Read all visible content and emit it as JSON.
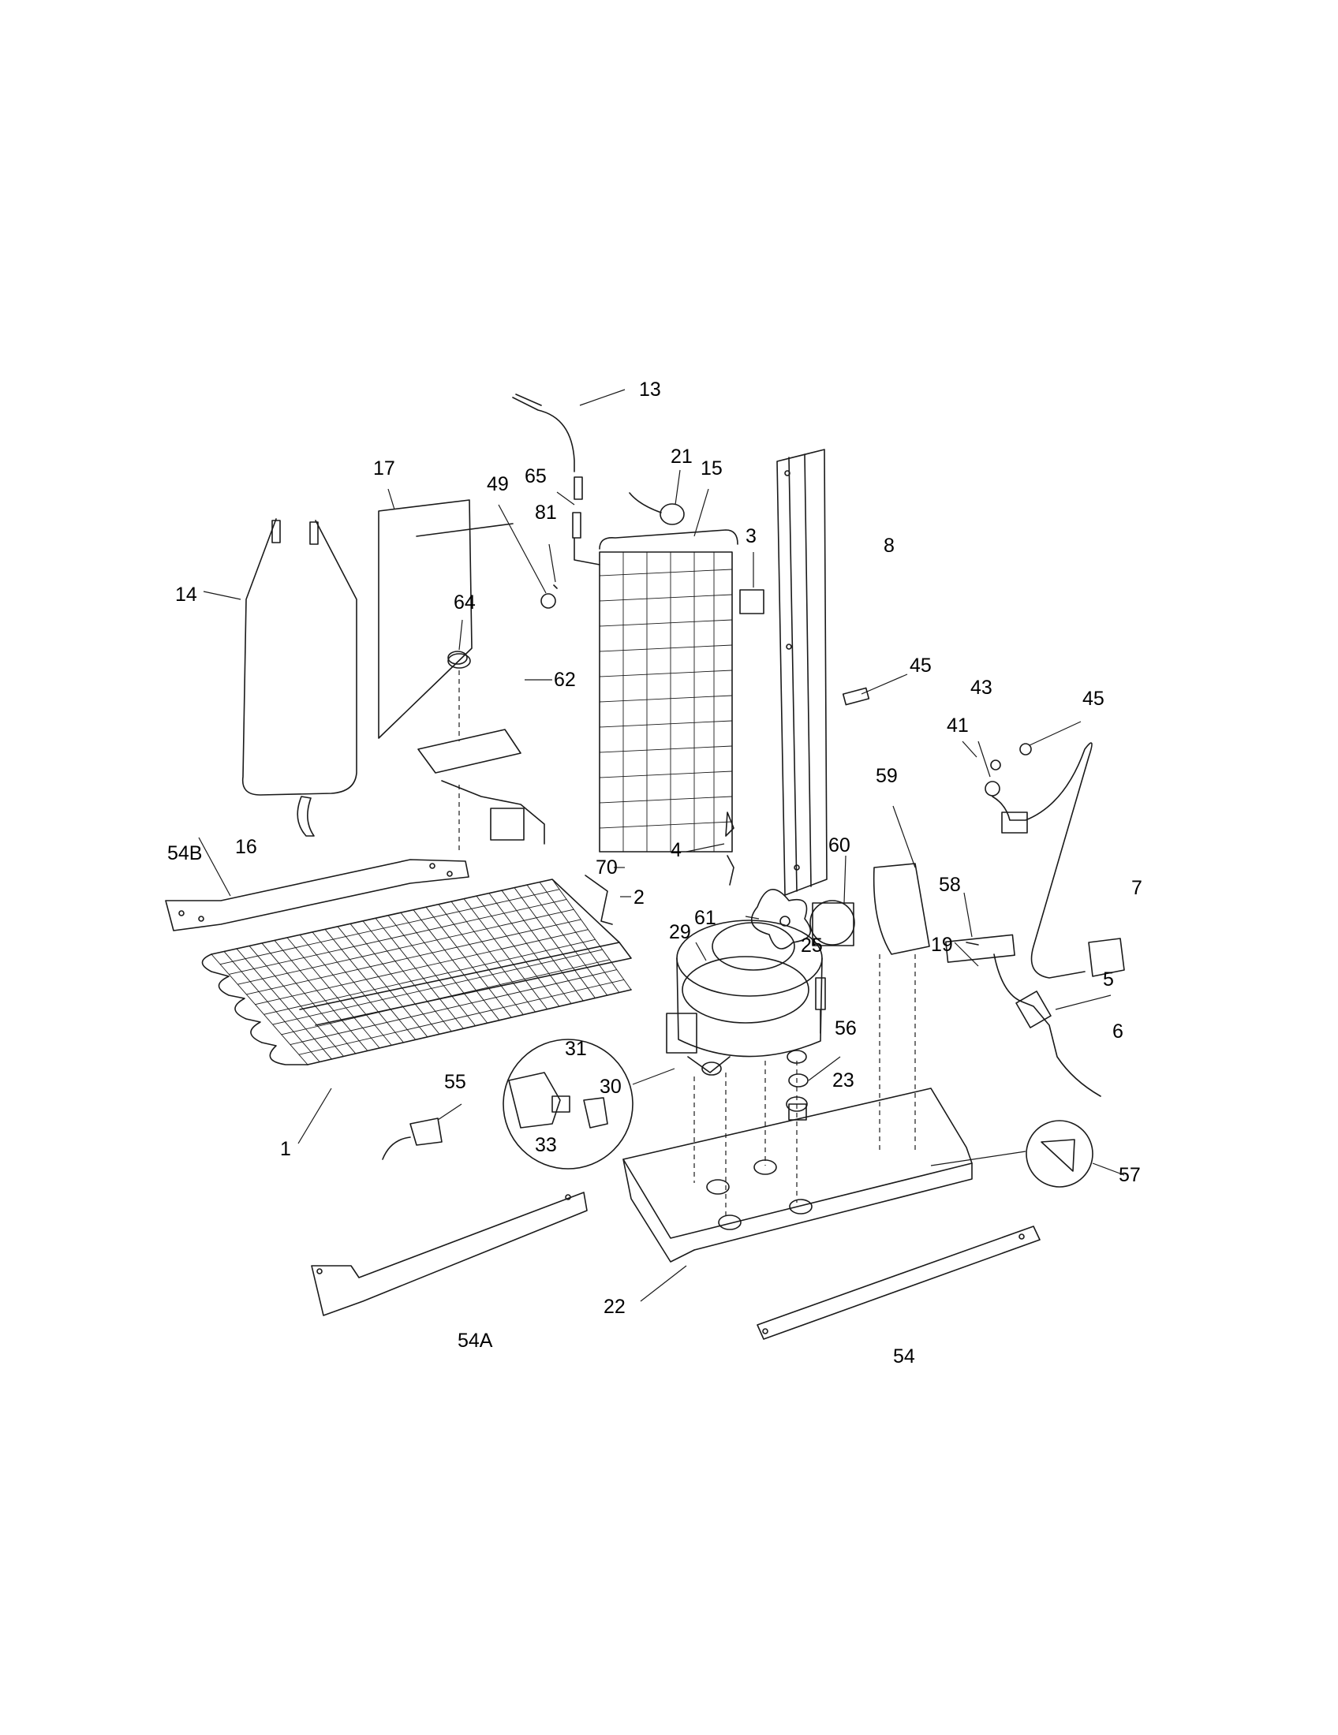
{
  "callouts": [
    {
      "id": "13",
      "text": "13"
    },
    {
      "id": "17",
      "text": "17"
    },
    {
      "id": "49",
      "text": "49"
    },
    {
      "id": "65",
      "text": "65"
    },
    {
      "id": "21",
      "text": "21"
    },
    {
      "id": "15",
      "text": "15"
    },
    {
      "id": "81",
      "text": "81"
    },
    {
      "id": "3",
      "text": "3"
    },
    {
      "id": "8",
      "text": "8"
    },
    {
      "id": "14",
      "text": "14"
    },
    {
      "id": "64",
      "text": "64"
    },
    {
      "id": "62",
      "text": "62"
    },
    {
      "id": "45a",
      "text": "45"
    },
    {
      "id": "43",
      "text": "43"
    },
    {
      "id": "45b",
      "text": "45"
    },
    {
      "id": "41",
      "text": "41"
    },
    {
      "id": "59",
      "text": "59"
    },
    {
      "id": "16",
      "text": "16"
    },
    {
      "id": "54B",
      "text": "54B"
    },
    {
      "id": "70",
      "text": "70"
    },
    {
      "id": "4",
      "text": "4"
    },
    {
      "id": "60",
      "text": "60"
    },
    {
      "id": "58",
      "text": "58"
    },
    {
      "id": "7",
      "text": "7"
    },
    {
      "id": "2",
      "text": "2"
    },
    {
      "id": "61",
      "text": "61"
    },
    {
      "id": "29",
      "text": "29"
    },
    {
      "id": "25",
      "text": "25"
    },
    {
      "id": "19",
      "text": "19"
    },
    {
      "id": "5",
      "text": "5"
    },
    {
      "id": "56",
      "text": "56"
    },
    {
      "id": "6",
      "text": "6"
    },
    {
      "id": "31",
      "text": "31"
    },
    {
      "id": "55",
      "text": "55"
    },
    {
      "id": "30",
      "text": "30"
    },
    {
      "id": "23",
      "text": "23"
    },
    {
      "id": "1",
      "text": "1"
    },
    {
      "id": "33",
      "text": "33"
    },
    {
      "id": "57",
      "text": "57"
    },
    {
      "id": "22",
      "text": "22"
    },
    {
      "id": "54A",
      "text": "54A"
    },
    {
      "id": "54",
      "text": "54"
    }
  ]
}
